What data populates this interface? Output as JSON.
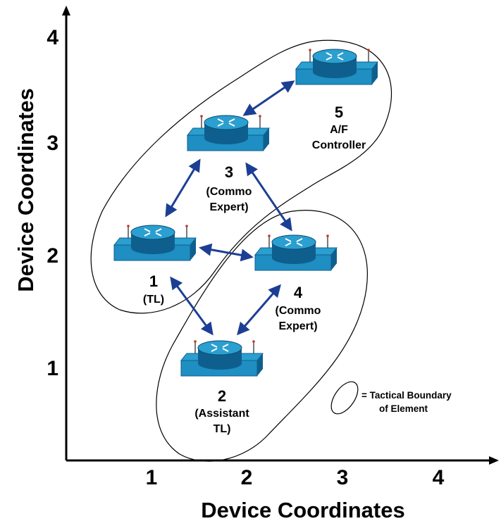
{
  "axes": {
    "x_title": "Device Coordinates",
    "y_title": "Device Coordinates",
    "x_ticks": [
      "1",
      "2",
      "3",
      "4"
    ],
    "y_ticks": [
      "1",
      "2",
      "3",
      "4"
    ]
  },
  "nodes": [
    {
      "id": "1",
      "num": "1",
      "role_lines": [
        "(TL)"
      ]
    },
    {
      "id": "2",
      "num": "2",
      "role_lines": [
        "(Assistant",
        "TL)"
      ]
    },
    {
      "id": "3",
      "num": "3",
      "role_lines": [
        "(Commo",
        "Expert)"
      ]
    },
    {
      "id": "4",
      "num": "4",
      "role_lines": [
        "(Commo",
        "Expert)"
      ]
    },
    {
      "id": "5",
      "num": "5",
      "role_lines": [
        "A/F",
        "Controller"
      ]
    }
  ],
  "links": [
    [
      "1",
      "3"
    ],
    [
      "3",
      "5"
    ],
    [
      "3",
      "4"
    ],
    [
      "1",
      "4"
    ],
    [
      "1",
      "2"
    ],
    [
      "4",
      "2"
    ]
  ],
  "legend": {
    "line1": "= Tactical Boundary",
    "line2": "of Element"
  },
  "colors": {
    "router_top": "#2a9fd0",
    "router_side": "#1f8ec2",
    "router_dark": "#0f5f8e",
    "link": "#1c3f94",
    "antenna": "#7a7a7a"
  }
}
